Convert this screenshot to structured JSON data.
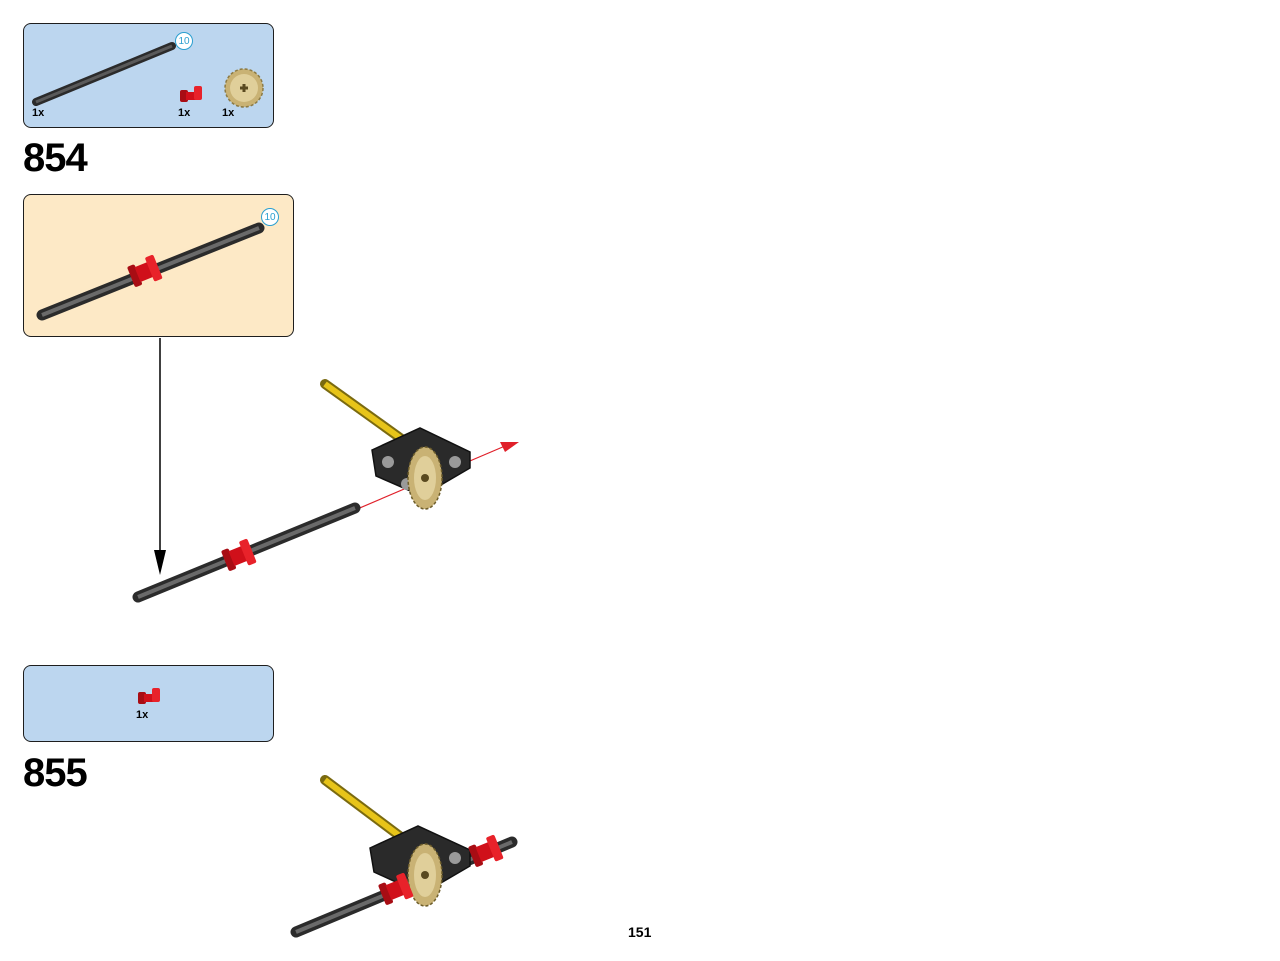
{
  "step_854": {
    "number": "854",
    "parts": [
      {
        "name": "axle",
        "qty": "1x",
        "length_badge": "10"
      },
      {
        "name": "bush",
        "qty": "1x"
      },
      {
        "name": "gear",
        "qty": "1x"
      }
    ],
    "submodel_badge": "10"
  },
  "step_855": {
    "number": "855",
    "parts": [
      {
        "name": "bush",
        "qty": "1x"
      }
    ]
  },
  "page_number": "151",
  "colors": {
    "parts_box": "#bcd6ef",
    "submodel_box": "#fde9c6",
    "axle_dark": "#4a4a4a",
    "bush_red": "#d0101a",
    "gear_tan": "#d8c48c",
    "axle_yellow": "#e7c419",
    "arrow_red": "#e0202a",
    "badge_blue": "#2a9fd0"
  }
}
